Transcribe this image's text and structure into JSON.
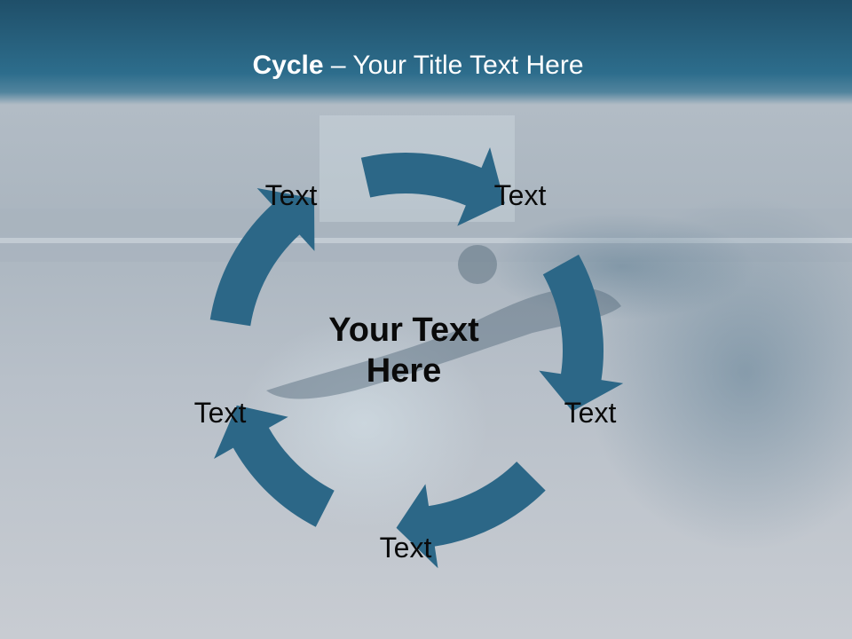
{
  "slide": {
    "title_bold": "Cycle",
    "title_rest": " – Your Title Text Here",
    "center_text": "Your Text Here",
    "nodes": [
      "Text",
      "Text",
      "Text",
      "Text",
      "Text"
    ]
  },
  "colors": {
    "arrow": "#2c6787",
    "title_bar": "#2d6d8c",
    "title_text": "#ffffff",
    "label_text": "#0a0a0a"
  }
}
